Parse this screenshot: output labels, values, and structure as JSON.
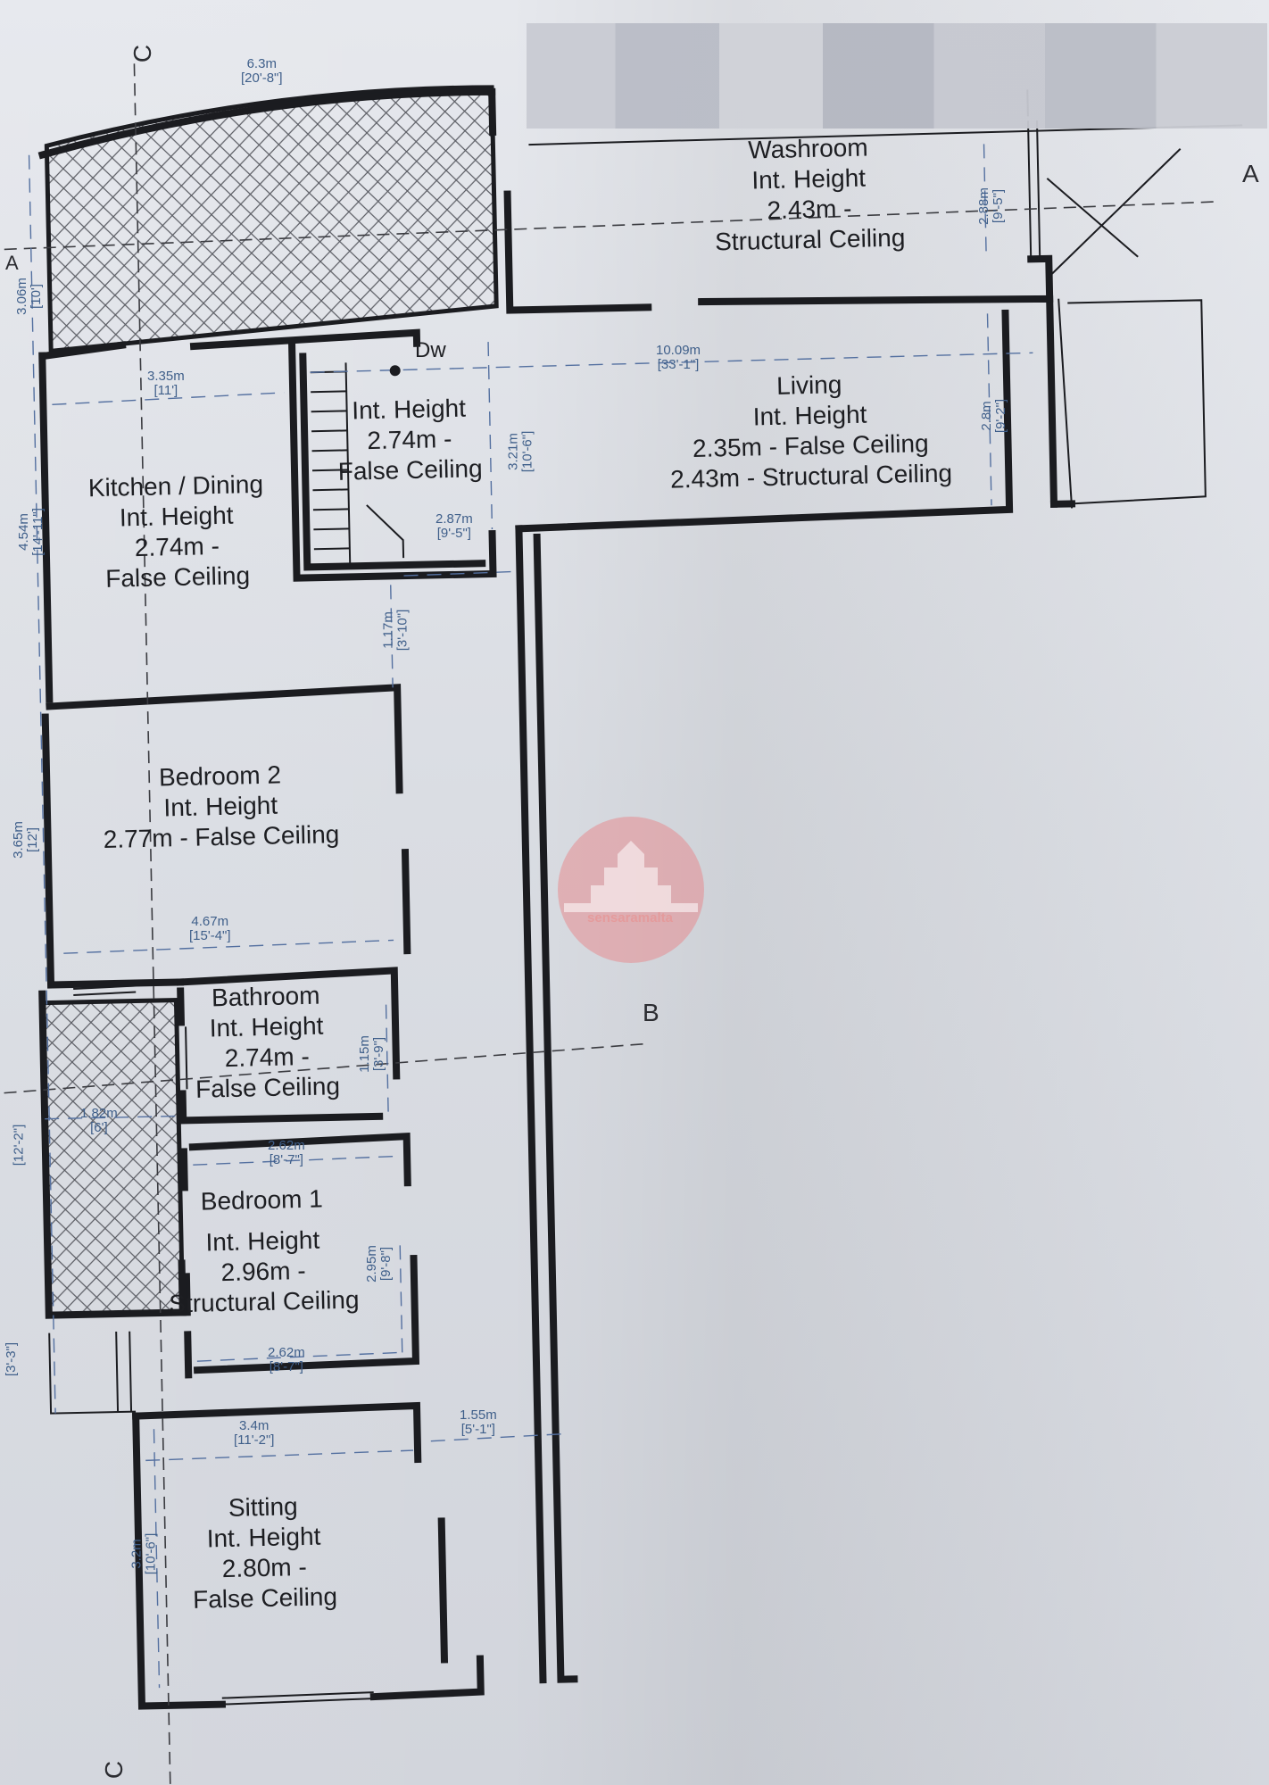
{
  "rooms": {
    "washroom": {
      "name": "Washroom",
      "line1": "Int. Height",
      "line2": "2.43m -",
      "line3": "Structural Ceiling"
    },
    "dw": {
      "name": "Dw"
    },
    "stairs": {
      "line1": "Int. Height",
      "line2": "2.74m -",
      "line3": "False Ceiling"
    },
    "living": {
      "name": "Living",
      "line1": "Int. Height",
      "line2": "2.35m - False Ceiling",
      "line3": "2.43m - Structural Ceiling"
    },
    "kitchen": {
      "name": "Kitchen / Dining",
      "line1": "Int. Height",
      "line2": "2.74m -",
      "line3": "False Ceiling"
    },
    "bedroom2": {
      "name": "Bedroom 2",
      "line1": "Int. Height",
      "line2": "2.77m - False Ceiling"
    },
    "bathroom": {
      "name": "Bathroom",
      "line1": "Int. Height",
      "line2": "2.74m -",
      "line3": "False Ceiling"
    },
    "bedroom1": {
      "name": "Bedroom 1",
      "line1": "Int. Height",
      "line2": "2.96m -",
      "line3": "Structural Ceiling"
    },
    "sitting": {
      "name": "Sitting",
      "line1": "Int. Height",
      "line2": "2.80m -",
      "line3": "False Ceiling"
    }
  },
  "dimensions": {
    "top_width": {
      "m": "6.3m",
      "ft": "[20'-8\"]"
    },
    "top_left_v": {
      "m": "3.06m",
      "ft": "[10']"
    },
    "kitchen_w": {
      "m": "3.35m",
      "ft": "[11']"
    },
    "kitchen_v": {
      "m": "4.54m",
      "ft": "[14'-11\"]"
    },
    "stairs_v": {
      "m": "3.21m",
      "ft": "[10'-6\"]"
    },
    "stairs_w": {
      "m": "2.87m",
      "ft": "[9'-5\"]"
    },
    "corridor_v": {
      "m": "1.17m",
      "ft": "[3'-10\"]"
    },
    "living_w": {
      "m": "10.09m",
      "ft": "[33'-1\"]"
    },
    "living_v": {
      "m": "2.8m",
      "ft": "[9'-2\"]"
    },
    "washroom_v": {
      "m": "2.88m",
      "ft": "[9'-5\"]"
    },
    "bedroom2_v": {
      "m": "3.65m",
      "ft": "[12']"
    },
    "bedroom2_w": {
      "m": "4.67m",
      "ft": "[15'-4\"]"
    },
    "bathroom_v": {
      "m": "1.15m",
      "ft": "[3'-9\"]"
    },
    "balcony_w": {
      "m": "1.82m",
      "ft": "[6']"
    },
    "left_v2": {
      "m": "[12'-2\"]"
    },
    "bedroom1_w_top": {
      "m": "2.62m",
      "ft": "[8'-7\"]"
    },
    "bedroom1_v": {
      "m": "2.95m",
      "ft": "[9'-8\"]"
    },
    "bedroom1_w_bot": {
      "m": "2.62m",
      "ft": "[8'-7\"]"
    },
    "left_v3": {
      "m": "[3'-3\"]"
    },
    "sitting_w": {
      "m": "3.4m",
      "ft": "[11'-2\"]"
    },
    "sitting_v": {
      "m": "3.2m",
      "ft": "[10'-6\"]"
    },
    "gap_w": {
      "m": "1.55m",
      "ft": "[5'-1\"]"
    }
  },
  "section_marks": {
    "a_left": "A",
    "a_right": "A",
    "b": "B",
    "c_top": "C",
    "c_bottom": "C"
  },
  "watermark": {
    "text": "sensaramalta",
    "color": "#e8868a"
  },
  "colors": {
    "wall": "#1b1c20",
    "dimension": "#3f5f8a",
    "hatch": "#55575e"
  }
}
